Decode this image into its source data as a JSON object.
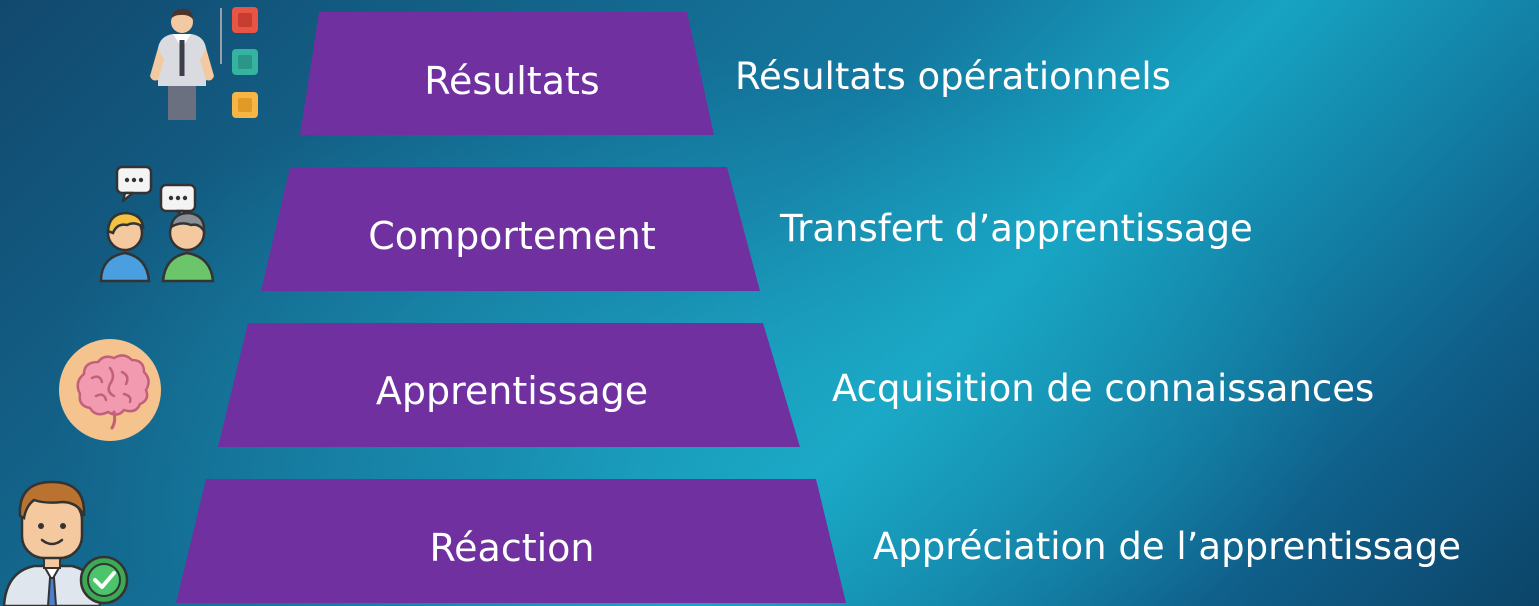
{
  "slide": {
    "colors": {
      "tier_fill": "#7030a0",
      "text": "#ffffff",
      "background_dark": "#12486e",
      "background_light": "#17a3c2"
    },
    "tiers": [
      {
        "label": "Résultats",
        "description": "Résultats opérationnels",
        "icon": "businessman-checklist-icon"
      },
      {
        "label": "Comportement",
        "description": "Transfert d’apprentissage",
        "icon": "conversation-people-icon"
      },
      {
        "label": "Apprentissage",
        "description": "Acquisition de connaissances",
        "icon": "brain-icon"
      },
      {
        "label": "Réaction",
        "description": "Appréciation de l’apprentissage",
        "icon": "satisfied-person-check-icon"
      }
    ]
  }
}
